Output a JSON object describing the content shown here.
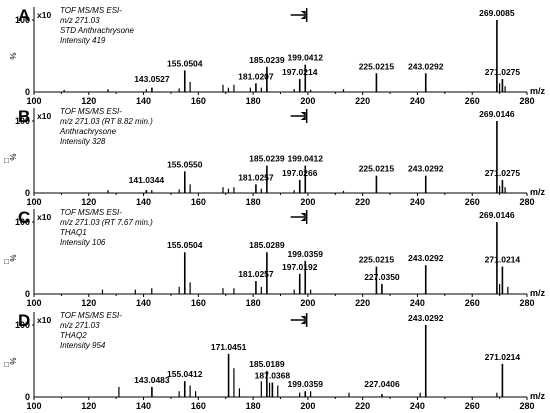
{
  "chart_data": [
    {
      "type": "bar",
      "panel": "A",
      "header": [
        "TOF MS/MS ESI-",
        "m/z 271.03",
        "STD Anthrachrysone",
        "Intensity 419"
      ],
      "multiplier": "x10",
      "xlabel": "m/z",
      "ylabel": "%",
      "xlim": [
        100,
        280
      ],
      "ylim": [
        0,
        100
      ],
      "xticks": [
        "100",
        "120",
        "140",
        "160",
        "180",
        "200",
        "220",
        "240",
        "260",
        "280"
      ],
      "yticks": [
        "0",
        "100"
      ],
      "peaks": [
        {
          "x": 143.0527,
          "y": 6,
          "label": "143.0527"
        },
        {
          "x": 155.0504,
          "y": 30,
          "label": "155.0504"
        },
        {
          "x": 181.0207,
          "y": 12,
          "label": "181.0207"
        },
        {
          "x": 185.0239,
          "y": 35,
          "label": "185.0239"
        },
        {
          "x": 197.0214,
          "y": 18,
          "label": "197.0214"
        },
        {
          "x": 199.0412,
          "y": 38,
          "label": "199.0412"
        },
        {
          "x": 225.0215,
          "y": 26,
          "label": "225.0215"
        },
        {
          "x": 243.0292,
          "y": 26,
          "label": "243.0292"
        },
        {
          "x": 269.0085,
          "y": 100,
          "label": "269.0085"
        },
        {
          "x": 271.0275,
          "y": 18,
          "label": "271.0275"
        },
        {
          "x": 111,
          "y": 3
        },
        {
          "x": 127,
          "y": 4
        },
        {
          "x": 141,
          "y": 4
        },
        {
          "x": 153,
          "y": 5
        },
        {
          "x": 157,
          "y": 14
        },
        {
          "x": 169,
          "y": 10
        },
        {
          "x": 171,
          "y": 6
        },
        {
          "x": 173,
          "y": 10
        },
        {
          "x": 179,
          "y": 6
        },
        {
          "x": 183,
          "y": 6
        },
        {
          "x": 195,
          "y": 4
        },
        {
          "x": 201,
          "y": 3
        },
        {
          "x": 213,
          "y": 4
        },
        {
          "x": 270,
          "y": 12
        },
        {
          "x": 272,
          "y": 8
        }
      ],
      "marker_x": 197
    },
    {
      "type": "bar",
      "panel": "B",
      "header": [
        "TOF MS/MS ESI-",
        "m/z 271.03 (RT 8.82 min.)",
        "Anthrachrysone",
        "Intensity 328"
      ],
      "multiplier": "x10",
      "xlabel": "m/z",
      "ylabel": "%",
      "xlim": [
        100,
        280
      ],
      "ylim": [
        0,
        100
      ],
      "xticks": [
        "100",
        "120",
        "140",
        "160",
        "180",
        "200",
        "220",
        "240",
        "260",
        "280"
      ],
      "yticks": [
        "0",
        "100"
      ],
      "peaks": [
        {
          "x": 141.0344,
          "y": 4,
          "label": "141.0344"
        },
        {
          "x": 155.055,
          "y": 30,
          "label": "155.0550"
        },
        {
          "x": 181.0257,
          "y": 12,
          "label": "181.0257"
        },
        {
          "x": 185.0239,
          "y": 38,
          "label": "185.0239"
        },
        {
          "x": 197.0266,
          "y": 18,
          "label": "197.0266"
        },
        {
          "x": 199.0412,
          "y": 38,
          "label": "199.0412"
        },
        {
          "x": 225.0215,
          "y": 24,
          "label": "225.0215"
        },
        {
          "x": 243.0292,
          "y": 24,
          "label": "243.0292"
        },
        {
          "x": 269.0146,
          "y": 100,
          "label": "269.0146"
        },
        {
          "x": 271.0275,
          "y": 18,
          "label": "271.0275"
        },
        {
          "x": 127,
          "y": 4
        },
        {
          "x": 143,
          "y": 4
        },
        {
          "x": 153,
          "y": 5
        },
        {
          "x": 157,
          "y": 12
        },
        {
          "x": 169,
          "y": 8
        },
        {
          "x": 171,
          "y": 6
        },
        {
          "x": 173,
          "y": 8
        },
        {
          "x": 183,
          "y": 6
        },
        {
          "x": 195,
          "y": 4
        },
        {
          "x": 213,
          "y": 3
        },
        {
          "x": 270,
          "y": 10
        },
        {
          "x": 272,
          "y": 8
        }
      ],
      "marker_x": 197
    },
    {
      "type": "bar",
      "panel": "C",
      "header": [
        "TOF MS/MS ESI-",
        "m/z 271.03 (RT 7.67 min.)",
        "THAQ1",
        "Intensity 106"
      ],
      "multiplier": "x10",
      "xlabel": "m/z",
      "ylabel": "%",
      "xlim": [
        100,
        280
      ],
      "ylim": [
        0,
        100
      ],
      "xticks": [
        "100",
        "120",
        "140",
        "160",
        "180",
        "200",
        "220",
        "240",
        "260",
        "280"
      ],
      "yticks": [
        "0",
        "100"
      ],
      "peaks": [
        {
          "x": 155.0504,
          "y": 58,
          "label": "155.0504"
        },
        {
          "x": 181.0257,
          "y": 18,
          "label": "181.0257"
        },
        {
          "x": 185.0289,
          "y": 58,
          "label": "185.0289"
        },
        {
          "x": 197.0192,
          "y": 28,
          "label": "197.0192"
        },
        {
          "x": 199.0359,
          "y": 46,
          "label": "199.0359"
        },
        {
          "x": 225.0215,
          "y": 38,
          "label": "225.0215"
        },
        {
          "x": 227.035,
          "y": 14,
          "label": "227.0350"
        },
        {
          "x": 243.0292,
          "y": 40,
          "label": "243.0292"
        },
        {
          "x": 269.0146,
          "y": 100,
          "label": "269.0146"
        },
        {
          "x": 271.0214,
          "y": 38,
          "label": "271.0214"
        },
        {
          "x": 125,
          "y": 6
        },
        {
          "x": 137,
          "y": 6
        },
        {
          "x": 143,
          "y": 8
        },
        {
          "x": 153,
          "y": 10
        },
        {
          "x": 157,
          "y": 16
        },
        {
          "x": 169,
          "y": 8
        },
        {
          "x": 173,
          "y": 8
        },
        {
          "x": 183,
          "y": 10
        },
        {
          "x": 195,
          "y": 6
        },
        {
          "x": 201,
          "y": 6
        },
        {
          "x": 270,
          "y": 14
        },
        {
          "x": 273,
          "y": 10
        }
      ],
      "marker_x": 197
    },
    {
      "type": "bar",
      "panel": "D",
      "header": [
        "TOF MS/MS ESI-",
        "m/z 271.03",
        "THAQ2",
        "Intensity 954"
      ],
      "multiplier": "x10",
      "xlabel": "m/z",
      "ylabel": "%",
      "xlim": [
        100,
        280
      ],
      "ylim": [
        0,
        100
      ],
      "xticks": [
        "100",
        "120",
        "140",
        "160",
        "180",
        "200",
        "220",
        "240",
        "260",
        "280"
      ],
      "yticks": [
        "0",
        "100"
      ],
      "peaks": [
        {
          "x": 143.0483,
          "y": 14,
          "label": "143.0483"
        },
        {
          "x": 155.0412,
          "y": 22,
          "label": "155.0412"
        },
        {
          "x": 171.0451,
          "y": 60,
          "label": "171.0451"
        },
        {
          "x": 185.0189,
          "y": 36,
          "label": "185.0189"
        },
        {
          "x": 187.0368,
          "y": 20,
          "label": "187.0368"
        },
        {
          "x": 199.0359,
          "y": 8,
          "label": "199.0359"
        },
        {
          "x": 227.0406,
          "y": 4,
          "label": "227.0406"
        },
        {
          "x": 243.0292,
          "y": 100,
          "label": "243.0292"
        },
        {
          "x": 271.0214,
          "y": 46,
          "label": "271.0214"
        },
        {
          "x": 131,
          "y": 14
        },
        {
          "x": 153,
          "y": 8
        },
        {
          "x": 157,
          "y": 16
        },
        {
          "x": 159,
          "y": 8
        },
        {
          "x": 173,
          "y": 40
        },
        {
          "x": 175,
          "y": 12
        },
        {
          "x": 183,
          "y": 22
        },
        {
          "x": 186,
          "y": 20
        },
        {
          "x": 189,
          "y": 16
        },
        {
          "x": 197,
          "y": 6
        },
        {
          "x": 201,
          "y": 8
        },
        {
          "x": 215,
          "y": 6
        },
        {
          "x": 241,
          "y": 6
        },
        {
          "x": 269,
          "y": 6
        }
      ],
      "marker_x": 197
    }
  ],
  "side_marker": "□",
  "x_axis_unit": "m/z",
  "y_axis_unit": "%"
}
